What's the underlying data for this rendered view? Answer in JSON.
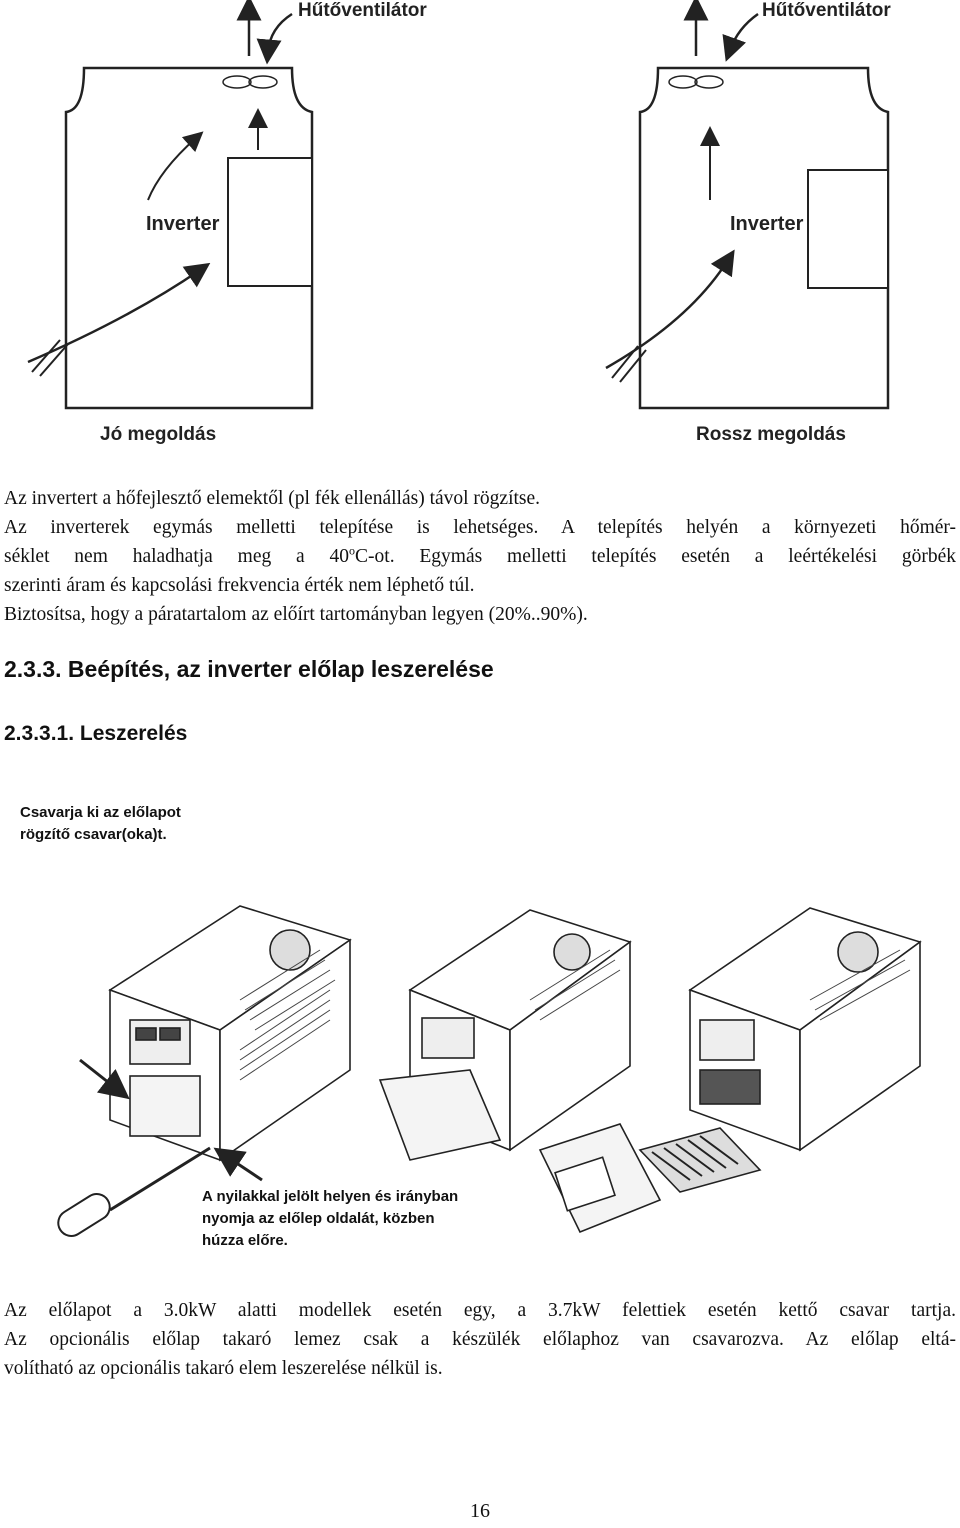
{
  "diagrams": {
    "fan_label": "Hűtőventilátor",
    "inverter_label": "Inverter",
    "good_caption": "Jó megoldás",
    "bad_caption": "Rossz megoldás"
  },
  "intro": {
    "line1": "Az invertert a hőfejlesztő elemektől (pl fék ellenállás) távol rögzítse.",
    "line2": "Az inverterek egymás melletti telepítése is lehetséges. A telepítés helyén a környezeti hőmér-",
    "line3_pre": "séklet nem haladhatja meg a 40",
    "line3_sup": "o",
    "line3_post": "C-ot. Egymás melletti telepítés esetén a leértékelési görbék",
    "line4": "szerinti áram és kapcsolási frekvencia érték nem léphető túl.",
    "line5": "Biztosítsa, hogy a páratartalom az előírt tartományban legyen (20%..90%)."
  },
  "section": {
    "heading": "2.3.3. Beépítés, az inverter előlap leszerelése",
    "subheading": "2.3.3.1. Leszerelés"
  },
  "figure": {
    "caption_top_1": "Csavarja ki az előlapot",
    "caption_top_2": "rögzítő csavar(oka)t.",
    "caption_bottom_1": "A nyilakkal jelölt helyen és irányban",
    "caption_bottom_2": "nyomja az előlep oldalát, közben",
    "caption_bottom_3": "húzza előre."
  },
  "outro": {
    "line1": "Az előlapot a 3.0kW alatti modellek esetén egy, a 3.7kW felettiek esetén kettő csavar tartja.",
    "line2": "Az opcionális előlap takaró lemez csak a készülék előlaphoz van csavarozva. Az előlap eltá-",
    "line3": "volítható az opcionális takaró elem leszerelése nélkül is."
  },
  "page_number": "16"
}
